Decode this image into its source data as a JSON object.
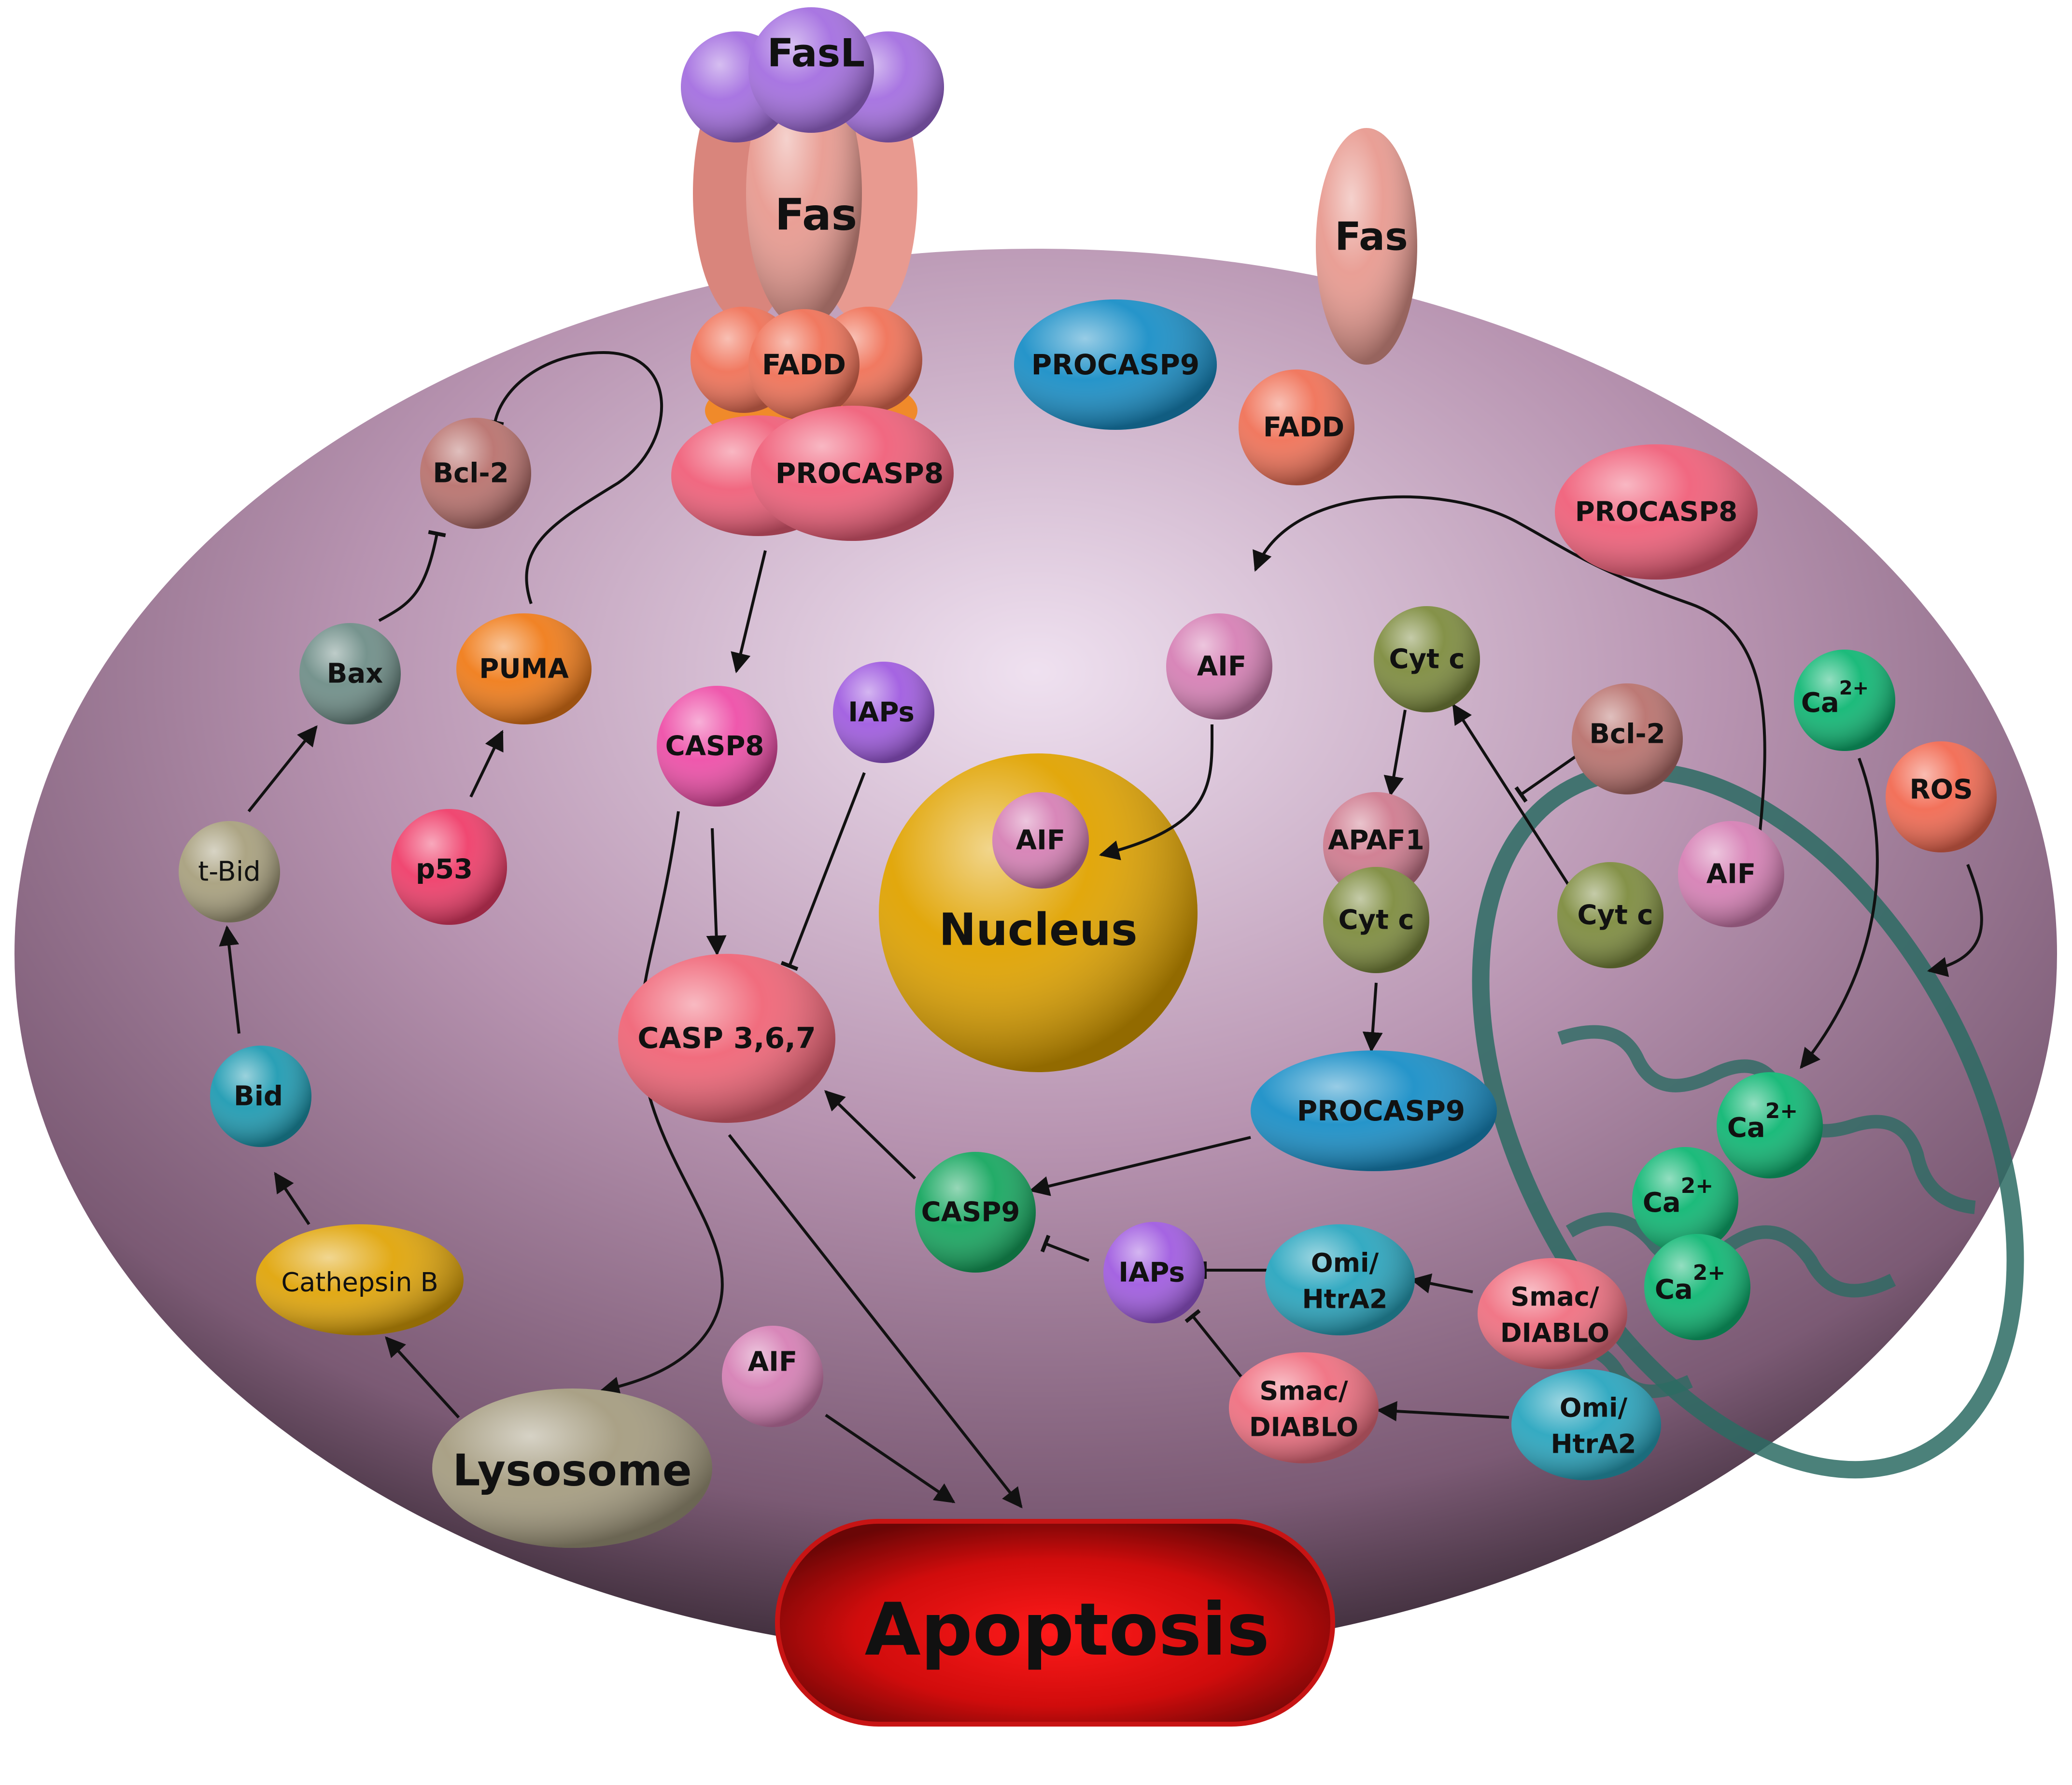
{
  "colors": {
    "cell": "#b08aa6",
    "nucleus": "#e0a300",
    "mitochondrion": "#2c6b63",
    "apoptosis": "#e31010",
    "fas": "#e89a90",
    "fasl": "#a46fe0",
    "fadd": "#f07258",
    "procasp8": "#f0607a",
    "procasp9": "#1a8fc7",
    "caspase8": "#ee4fa8",
    "caspase367": "#f06577",
    "caspase9": "#17a760",
    "iaps": "#a05ce0",
    "aif": "#d680b5",
    "cytc": "#7e8c3f",
    "apaf1": "#cf7b8f",
    "bcl2": "#b9726e",
    "bax": "#6f8e88",
    "puma": "#f07c1a",
    "p53": "#ef3e6a",
    "tbid": "#a8a07e",
    "bid": "#1f9bb2",
    "cathepsin": "#e0a50a",
    "lysosome": "#a59c80",
    "calcium": "#10b774",
    "ros": "#f26a52",
    "smac": "#f07081",
    "omi": "#2aa6bf"
  },
  "labels": {
    "fasl": "FasL",
    "fas_complex": "Fas",
    "fadd_complex": "FADD",
    "procasp8_complex": "PROCASP8",
    "fas_free": "Fas",
    "procasp9_top": "PROCASP9",
    "fadd_free": "FADD",
    "procasp8_free": "PROCASP8",
    "bcl2_left": "Bcl-2",
    "bax": "Bax",
    "puma": "PUMA",
    "p53": "p53",
    "tbid": "t-Bid",
    "bid": "Bid",
    "cathepsin_b": "Cathepsin B",
    "lysosome": "Lysosome",
    "casp8": "CASP8",
    "iaps_top": "IAPs",
    "casp367": "CASP 3,6,7",
    "aif_center": "AIF",
    "aif_nucleus": "AIF",
    "nucleus": "Nucleus",
    "aif_bottom": "AIF",
    "cytc_top": "Cyt c",
    "apaf1": "APAF1",
    "cytc_apaf": "Cyt c",
    "bcl2_right": "Bcl-2",
    "cytc_mito": "Cyt c",
    "aif_mito": "AIF",
    "ca_top": "Ca",
    "ca_charge": "2+",
    "ros": "ROS",
    "procasp9_bottom": "PROCASP9",
    "casp9": "CASP9",
    "iaps_bottom": "IAPs",
    "omi_left_line1": "Omi/",
    "omi_left_line2": "HtrA2",
    "smac_right_line1": "Smac/",
    "smac_right_line2": "DIABLO",
    "smac_left_line1": "Smac/",
    "smac_left_line2": "DIABLO",
    "omi_right_line1": "Omi/",
    "omi_right_line2": "HtrA2",
    "ca_1": "Ca",
    "ca_2": "Ca",
    "ca_3": "Ca",
    "apoptosis": "Apoptosis"
  }
}
